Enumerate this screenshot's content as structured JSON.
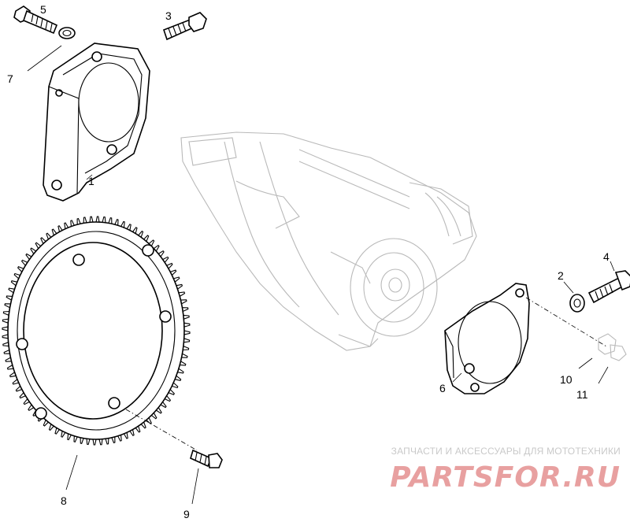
{
  "callouts": {
    "c1": "1",
    "c2": "2",
    "c3": "3",
    "c4": "4",
    "c5": "5",
    "c6": "6",
    "c7": "7",
    "c8": "8",
    "c9": "9",
    "c10": "10",
    "c11": "11"
  },
  "watermark": {
    "caption": "ЗАПЧАСТИ И АКСЕССУАРЫ ДЛЯ МОТОТЕХНИКИ",
    "logo": "PARTSFOR.RU",
    "color": "#e8a0a0"
  },
  "colors": {
    "line": "#000000",
    "ghost": "#b9b9b9",
    "background": "#ffffff"
  }
}
